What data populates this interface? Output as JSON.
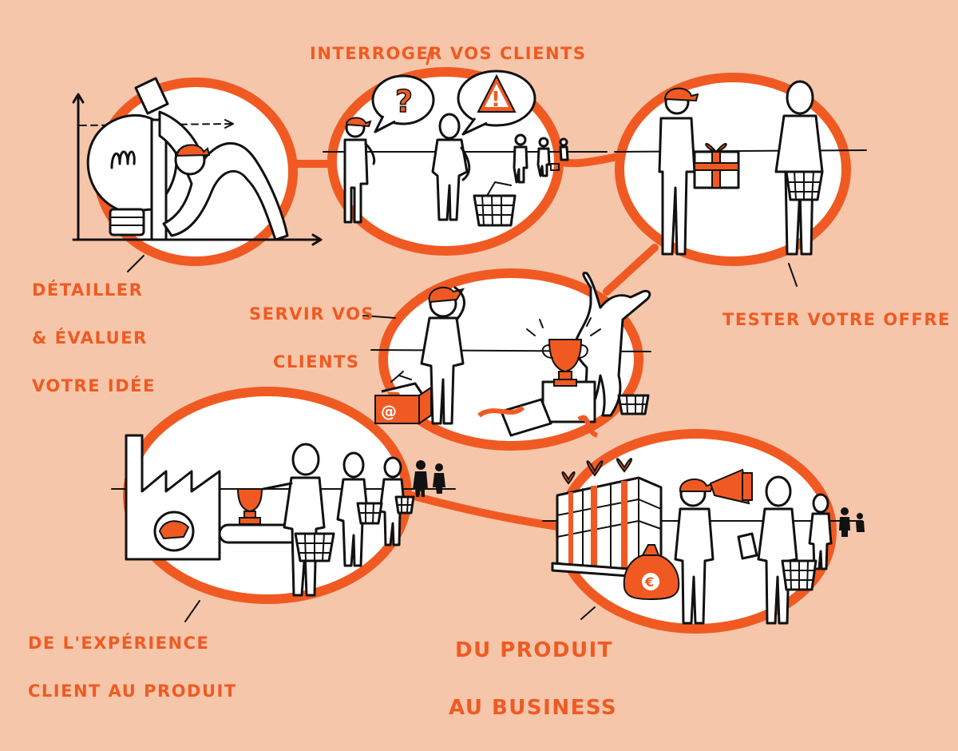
{
  "stages": {
    "interroger": [
      "INTERROGER VOS CLIENTS"
    ],
    "detailler": [
      "DÉTAILLER",
      "& ÉVALUER",
      "VOTRE IDÉE"
    ],
    "tester": [
      "TESTER VOTRE OFFRE"
    ],
    "servir": [
      "SERVIR VOS",
      "CLIENTS"
    ],
    "experience": [
      "DE L'EXPÉRIENCE",
      "CLIENT AU PRODUIT"
    ],
    "business": [
      "DU PRODUIT",
      "AU BUSINESS"
    ]
  },
  "colors": {
    "background": "#f6c6aa",
    "accent": "#f05a22",
    "ink": "#111111",
    "bubble": "#ffffff"
  },
  "icons": [
    "lightbulb-icon",
    "question-mark-icon",
    "warning-triangle-icon",
    "gift-box-icon",
    "trophy-icon",
    "toolbox-icon",
    "factory-icon",
    "megaphone-icon",
    "money-bag-icon",
    "shopping-basket-icon"
  ],
  "symbols": {
    "question": "?",
    "warning": "!",
    "at": "@",
    "euro": "€"
  }
}
